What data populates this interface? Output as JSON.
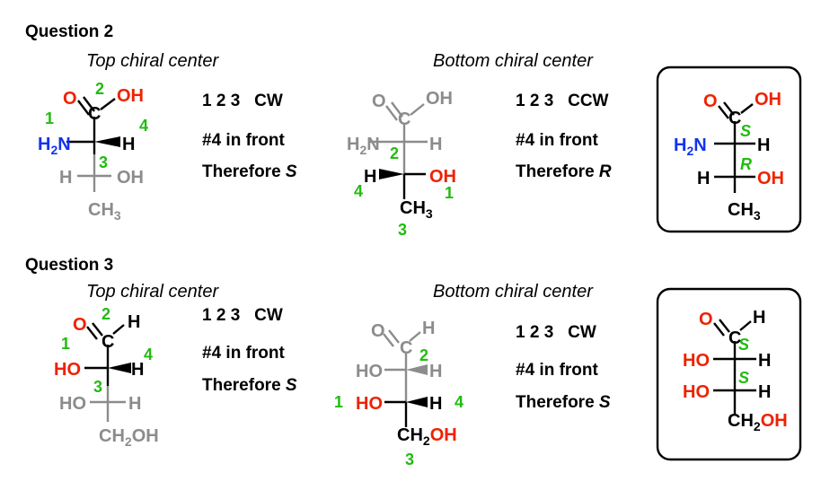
{
  "colors": {
    "black": "#000000",
    "red": "#ee2200",
    "blue": "#1133ee",
    "green": "#22bb11",
    "gray": "#8c8c8c"
  },
  "icons": [
    "solid-wedge-bond-icon"
  ],
  "question2": {
    "heading": "Question 2",
    "top_title": "Top chiral center",
    "bottom_title": "Bottom chiral center",
    "top_steps": [
      "1 2 3   CW",
      "#4 in front",
      "Therefore "
    ],
    "top_config": "S",
    "bottom_steps": [
      "1 2 3   CCW",
      "#4 in front",
      "Therefore "
    ],
    "bottom_config": "R",
    "atoms": {
      "O": "O",
      "OH": "OH",
      "C": "C",
      "H2N_H": "H",
      "H2N_2": "2",
      "H2N_N": "N",
      "H": "H",
      "O_H": "O",
      "O_HH": "H",
      "CH": "CH",
      "CH3_3": "3"
    },
    "priorities": {
      "p1": "1",
      "p2": "2",
      "p3": "3",
      "p4": "4"
    },
    "result_labels": {
      "top": "S",
      "bottom": "R"
    }
  },
  "question3": {
    "heading": "Question 3",
    "top_title": "Top chiral center",
    "bottom_title": "Bottom chiral center",
    "top_steps": [
      "1 2 3   CW",
      "#4 in front",
      "Therefore "
    ],
    "top_config": "S",
    "bottom_steps": [
      "1 2 3   CW",
      "#4 in front",
      "Therefore "
    ],
    "bottom_config": "S",
    "atoms": {
      "O": "O",
      "H": "H",
      "HO": "HO",
      "CH": "CH",
      "CH2_2": "2",
      "CH2_O": "O",
      "CH2_H": "H"
    },
    "priorities": {
      "p1": "1",
      "p2": "2",
      "p3": "3",
      "p4": "4"
    },
    "result_labels": {
      "top": "S",
      "bottom": "S"
    }
  }
}
